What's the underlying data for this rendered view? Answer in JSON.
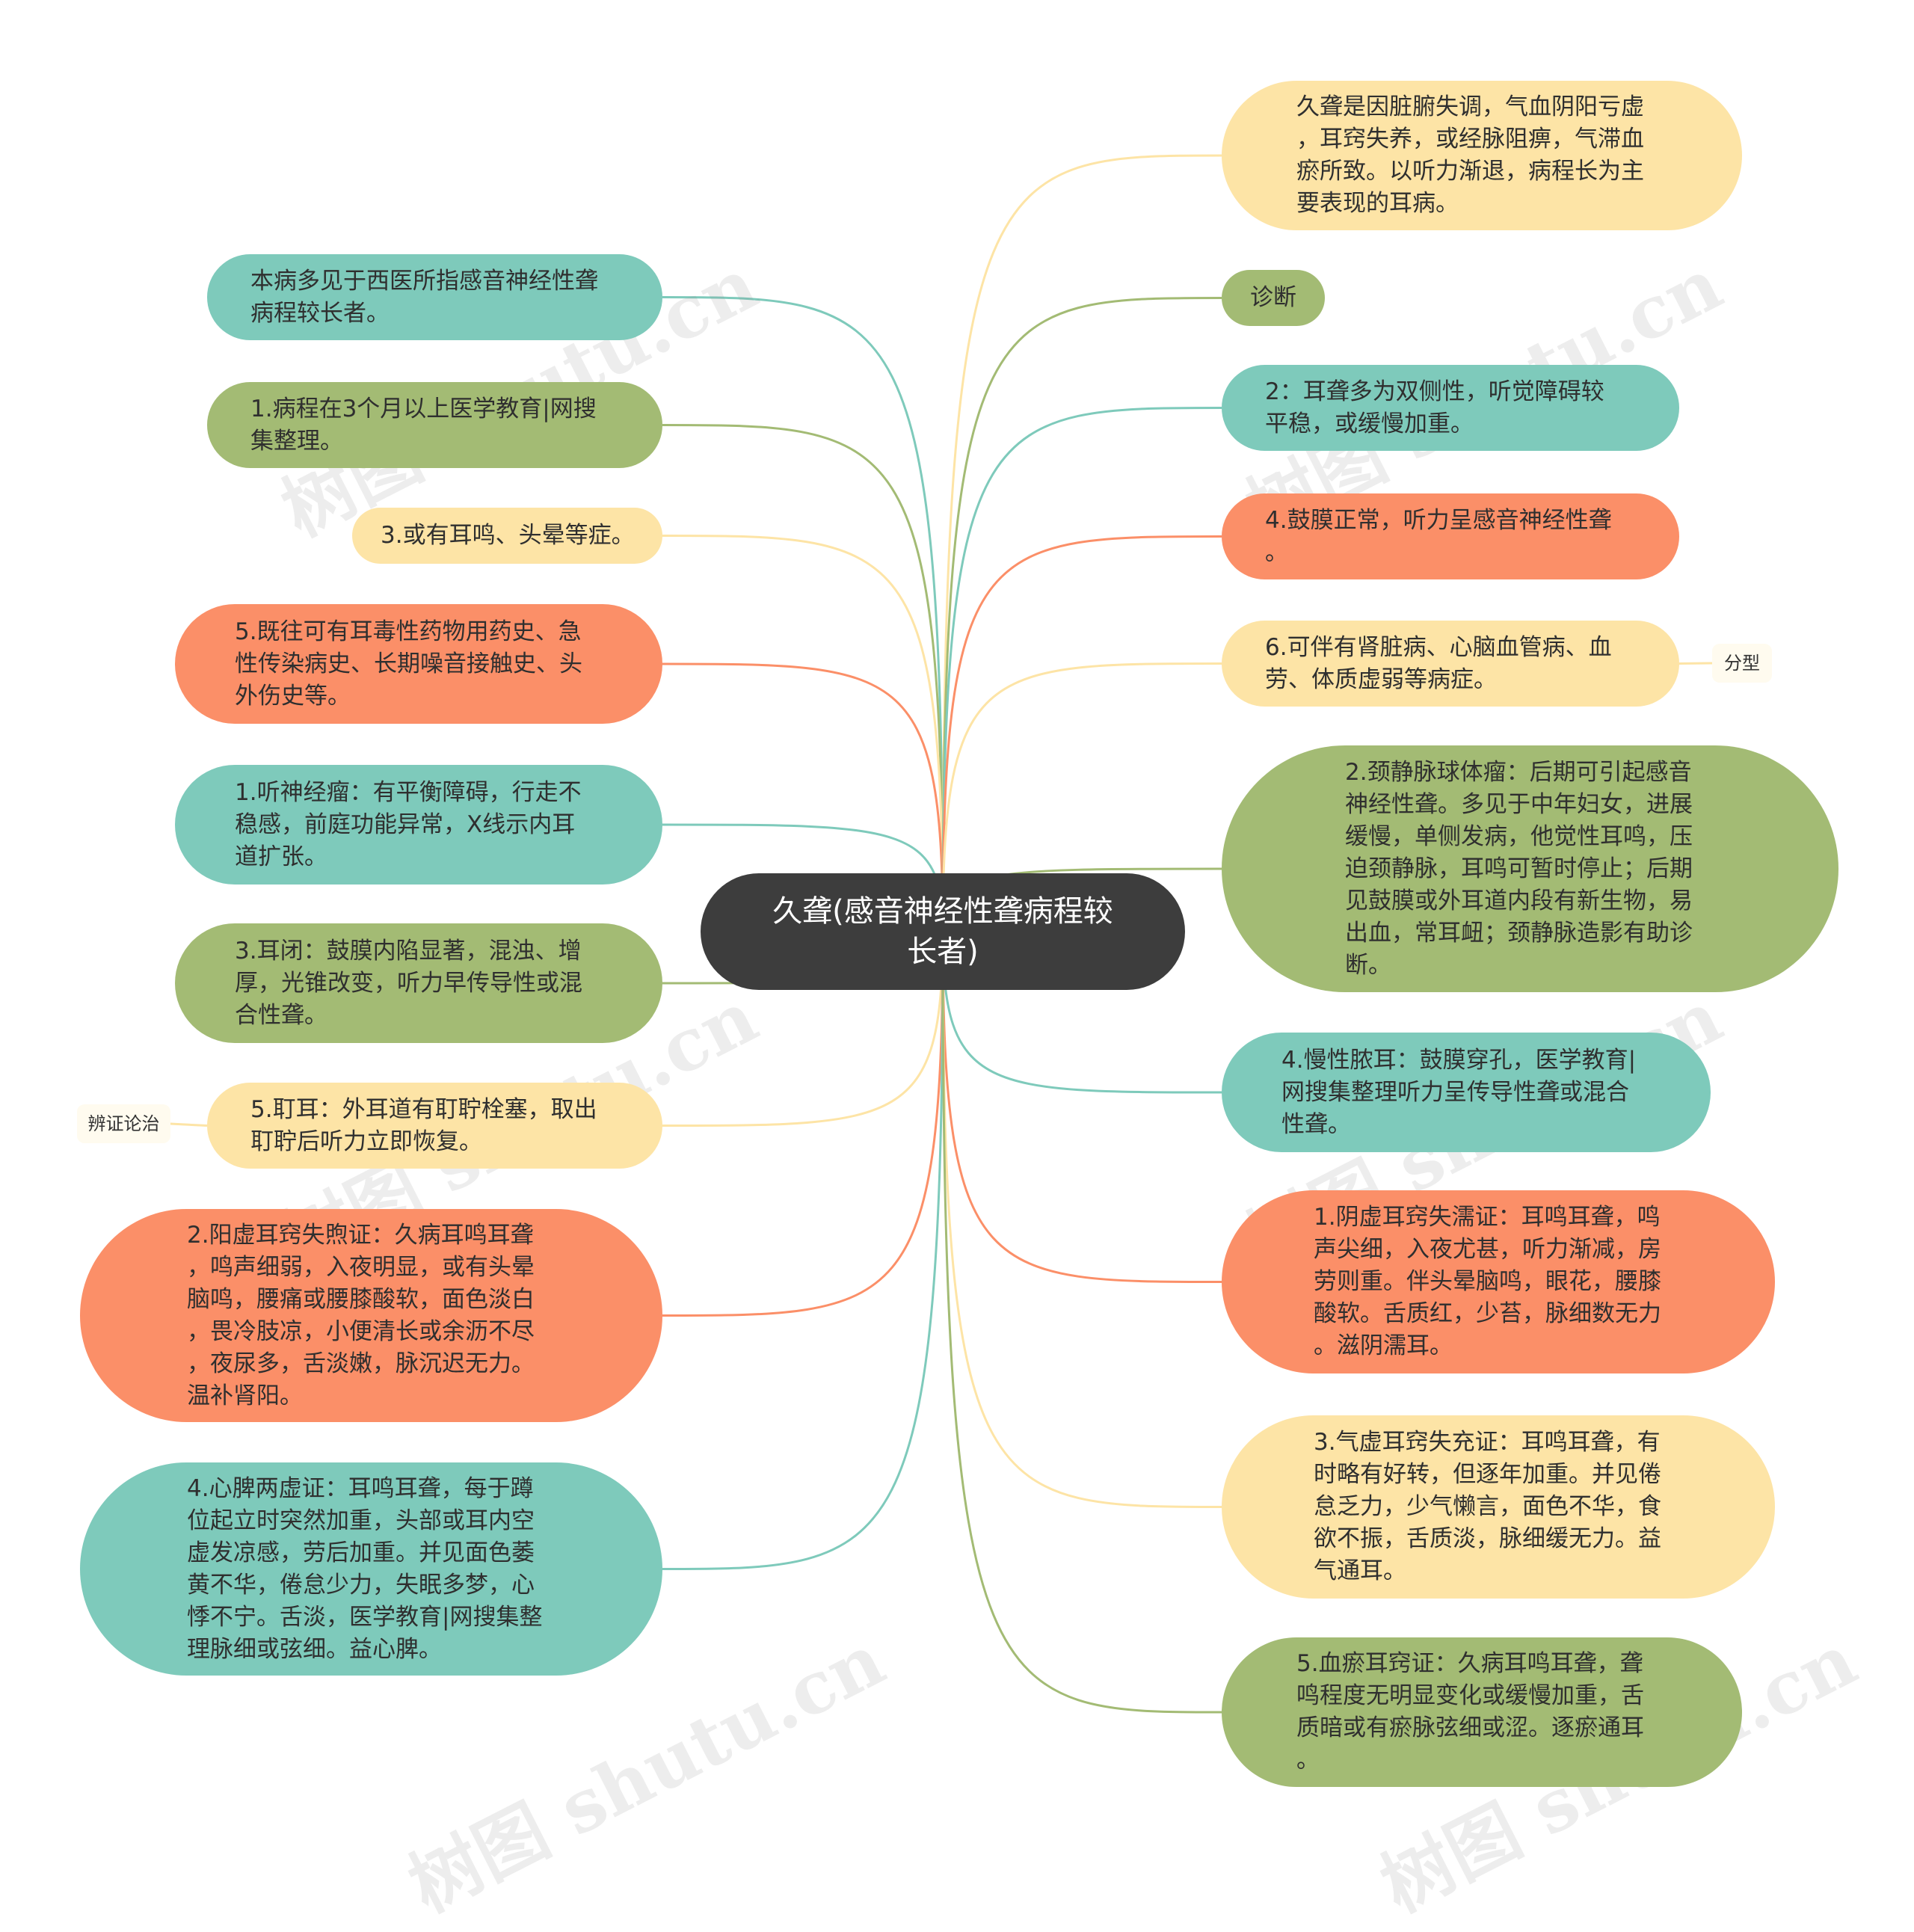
{
  "center": "久聋(感音神经性聋病程较\n长者)",
  "watermark": "树图 shutu.cn",
  "left_nodes": [
    {
      "id": "L1",
      "text": "本病多见于西医所指感音神经性聋\n病程较长者。",
      "color": "teal"
    },
    {
      "id": "L2",
      "text": "1.病程在3个月以上医学教育|网搜\n集整理。",
      "color": "green"
    },
    {
      "id": "L3",
      "text": "3.或有耳鸣、头晕等症。",
      "color": "yellow"
    },
    {
      "id": "L4",
      "text": "5.既往可有耳毒性药物用药史、急\n性传染病史、长期噪音接触史、头\n外伤史等。",
      "color": "orange"
    },
    {
      "id": "L5",
      "text": "1.听神经瘤：有平衡障碍，行走不\n稳感，前庭功能异常，X线示内耳\n道扩张。",
      "color": "teal"
    },
    {
      "id": "L6",
      "text": "3.耳闭：鼓膜内陷显著，混浊、增\n厚，光锥改变，听力早传导性或混\n合性聋。",
      "color": "green"
    },
    {
      "id": "L7",
      "text": "5.耵耳：外耳道有耵聍栓塞，取出\n耵聍后听力立即恢复。",
      "color": "yellow"
    },
    {
      "id": "L8",
      "text": "2.阳虚耳窍失煦证：久病耳鸣耳聋\n，鸣声细弱，入夜明显，或有头晕\n脑鸣，腰痛或腰膝酸软，面色淡白\n，畏冷肢凉，小便清长或余沥不尽\n，夜尿多，舌淡嫩，脉沉迟无力。\n温补肾阳。",
      "color": "orange"
    },
    {
      "id": "L9",
      "text": "4.心脾两虚证：耳鸣耳聋，每于蹲\n位起立时突然加重，头部或耳内空\n虚发凉感，劳后加重。并见面色萎\n黄不华，倦怠少力，失眠多梦，心\n悸不宁。舌淡，医学教育|网搜集整\n理脉细或弦细。益心脾。",
      "color": "teal"
    }
  ],
  "right_nodes": [
    {
      "id": "R1",
      "text": "久聋是因脏腑失调，气血阴阳亏虚\n，耳窍失养，或经脉阻痹，气滞血\n瘀所致。以听力渐退，病程长为主\n要表现的耳病。",
      "color": "yellow"
    },
    {
      "id": "R2",
      "text": "诊断",
      "color": "green"
    },
    {
      "id": "R3",
      "text": "2：耳聋多为双侧性，听觉障碍较\n平稳，或缓慢加重。",
      "color": "teal"
    },
    {
      "id": "R4",
      "text": "4.鼓膜正常，听力呈感音神经性聋\n。",
      "color": "orange"
    },
    {
      "id": "R5",
      "text": "6.可伴有肾脏病、心脑血管病、血\n劳、体质虚弱等病症。",
      "color": "yellow"
    },
    {
      "id": "R6",
      "text": "2.颈静脉球体瘤：后期可引起感音\n神经性聋。多见于中年妇女，进展\n缓慢，单侧发病，他觉性耳鸣，压\n迫颈静脉，耳鸣可暂时停止；后期\n见鼓膜或外耳道内段有新生物，易\n出血，常耳衄；颈静脉造影有助诊\n断。",
      "color": "green"
    },
    {
      "id": "R7",
      "text": "4.慢性脓耳：鼓膜穿孔，医学教育|\n网搜集整理听力呈传导性聋或混合\n性聋。",
      "color": "teal"
    },
    {
      "id": "R8",
      "text": "1.阴虚耳窍失濡证：耳鸣耳聋，鸣\n声尖细，入夜尤甚，听力渐减，房\n劳则重。伴头晕脑鸣，眼花，腰膝\n酸软。舌质红，少苔，脉细数无力\n。滋阴濡耳。",
      "color": "orange"
    },
    {
      "id": "R9",
      "text": "3.气虚耳窍失充证：耳鸣耳聋，有\n时略有好转，但逐年加重。并见倦\n怠乏力，少气懒言，面色不华，食\n欲不振，舌质淡，脉细缓无力。益\n气通耳。",
      "color": "yellow"
    },
    {
      "id": "R10",
      "text": "5.血瘀耳窍证：久病耳鸣耳聋，聋\n鸣程度无明显变化或缓慢加重，舌\n质暗或有瘀脉弦细或涩。逐瘀通耳\n。",
      "color": "green"
    }
  ],
  "labels": {
    "fenxing": "分型",
    "bianzheng": "辨证论治"
  },
  "colors": {
    "teal": "#7ecabb",
    "green": "#a3bb74",
    "yellow": "#fde4a6",
    "orange": "#fb8f68",
    "center": "#3d3d3d"
  }
}
